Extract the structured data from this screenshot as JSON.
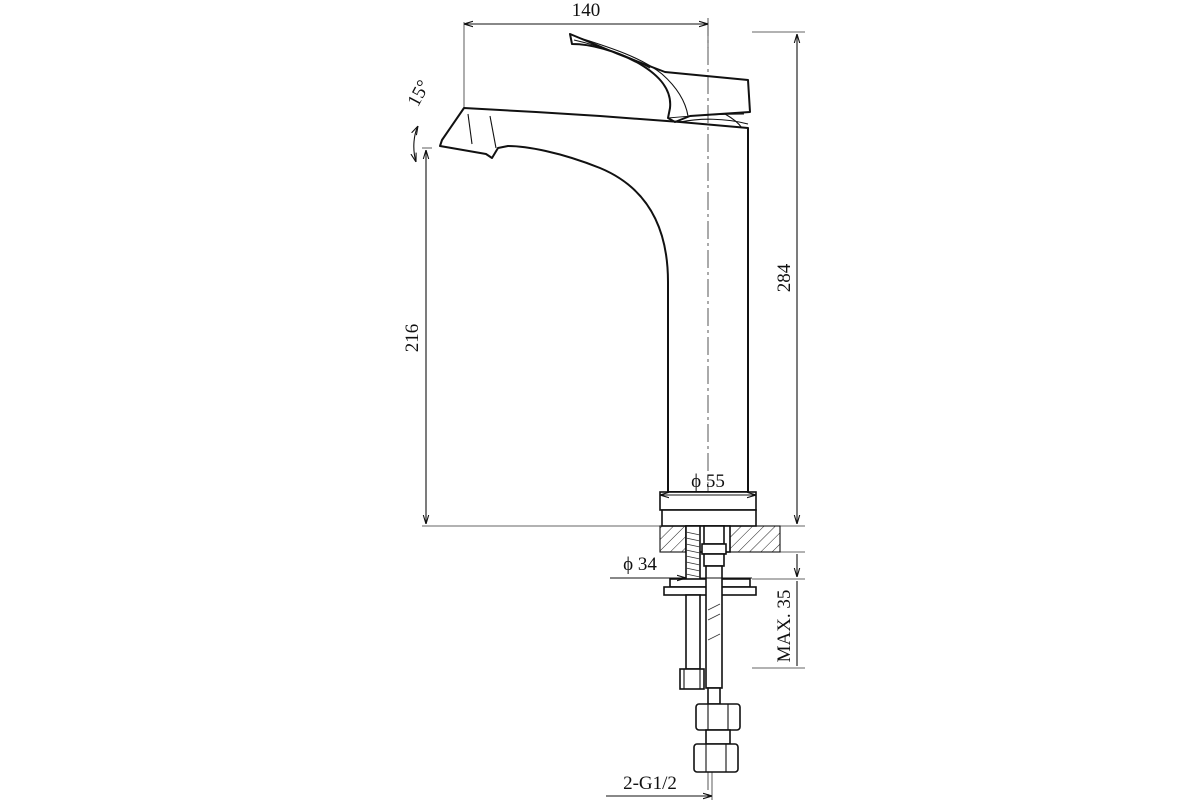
{
  "drawing": {
    "subject": "basin faucet dimension drawing",
    "dimensions": {
      "width_top": "140",
      "spout_angle": "15°",
      "spout_height": "216",
      "total_height": "284",
      "base_diameter": "ϕ 55",
      "shank_diameter": "ϕ 34",
      "max_deck_thickness": "MAX. 35",
      "connection": "2-G1/2"
    }
  }
}
